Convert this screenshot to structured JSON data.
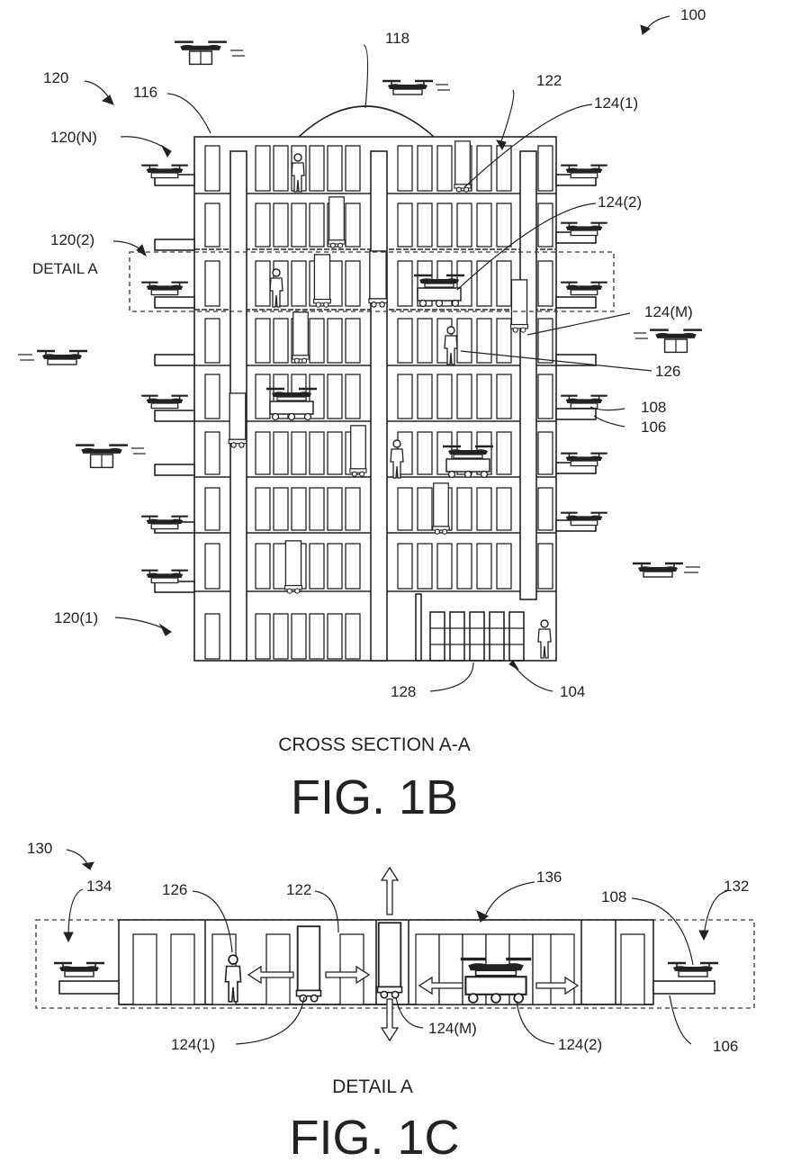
{
  "fig1b": {
    "caption": "CROSS SECTION A-A",
    "figure_title": "FIG. 1B",
    "detail_label": "DETAIL A",
    "labels": {
      "ref_100": "100",
      "ref_118": "118",
      "ref_120": "120",
      "ref_116": "116",
      "ref_122": "122",
      "ref_124_1": "124(1)",
      "ref_120_n": "120(N)",
      "ref_124_2": "124(2)",
      "ref_120_2": "120(2)",
      "ref_124_m": "124(M)",
      "ref_126": "126",
      "ref_108": "108",
      "ref_106": "106",
      "ref_120_1": "120(1)",
      "ref_128": "128",
      "ref_104": "104"
    }
  },
  "fig1c": {
    "caption": "DETAIL A",
    "figure_title": "FIG. 1C",
    "labels": {
      "ref_130": "130",
      "ref_134": "134",
      "ref_126": "126",
      "ref_122": "122",
      "ref_136": "136",
      "ref_108": "108",
      "ref_132": "132",
      "ref_124_1": "124(1)",
      "ref_124_m": "124(M)",
      "ref_124_2": "124(2)",
      "ref_106": "106"
    }
  },
  "icons": [
    "drone-icon",
    "person-icon",
    "cart-robot-icon",
    "tall-robot-icon",
    "arrow-icon"
  ]
}
